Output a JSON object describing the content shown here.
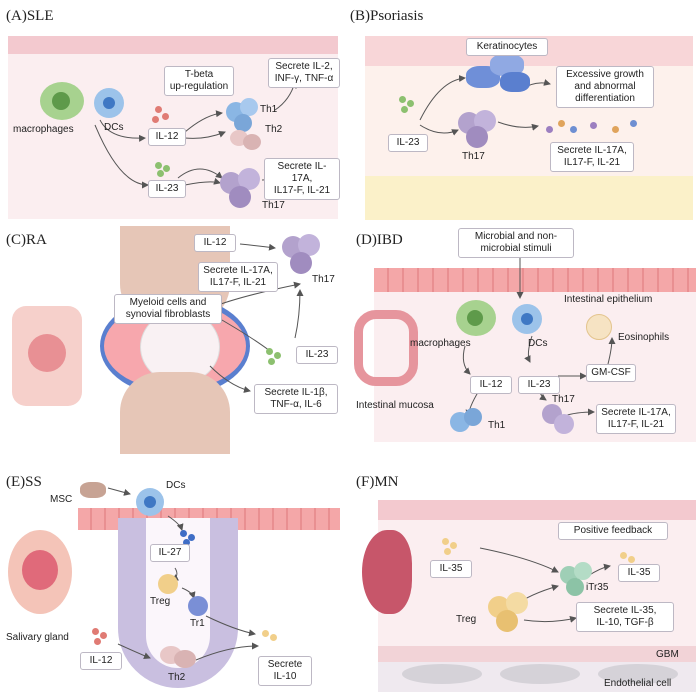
{
  "colors": {
    "pink_band": "#f3c9cf",
    "pink_bg": "#fbeef0",
    "panel_b_bg": "#fdf1ec",
    "yellow_fat": "#fbf1c9",
    "blue_epi": "#f4a7a8",
    "purple_cell": "#b3a2cd",
    "green_cell": "#9fc98a",
    "arrow": "#555555",
    "bone": "#e6c6b7",
    "gbm": "#f2d3d7"
  },
  "A": {
    "title": "(A)SLE",
    "macrophages": "macrophages",
    "dcs": "DCs",
    "il12": "IL-12",
    "il23": "IL-23",
    "tbeta": "T-beta\nup-regulation",
    "th1": "Th1",
    "th2": "Th2",
    "th17": "Th17",
    "secrete1": "Secrete IL-2,\nINF-γ, TNF-α",
    "secrete2": "Secrete IL-17A,\nIL17-F, IL-21"
  },
  "B": {
    "title": "(B)Psoriasis",
    "keratinocytes": "Keratinocytes",
    "growth": "Excessive growth\nand abnormal\ndifferentiation",
    "il23": "IL-23",
    "th17": "Th17",
    "secrete": "Secrete IL-17A,\nIL17-F, IL-21"
  },
  "C": {
    "title": "(C)RA",
    "il12": "IL-12",
    "il23": "IL-23",
    "th17": "Th17",
    "secrete1": "Secrete IL-17A,\nIL17-F, IL-21",
    "myeloid": "Myeloid cells and\nsynovial fibroblasts",
    "secrete2": "Secrete IL-1β,\nTNF-α, IL-6"
  },
  "D": {
    "title": "(D)IBD",
    "stimuli": "Microbial and non-\nmicrobial stimuli",
    "epithelium": "Intestinal epithelium",
    "macrophages": "macrophages",
    "dcs": "DCs",
    "eosinophils": "Eosinophils",
    "gmcsf": "GM-CSF",
    "il12": "IL-12",
    "il23": "IL-23",
    "th1": "Th1",
    "th17": "Th17",
    "mucosa": "Intestinal mucosa",
    "secrete": "Secrete IL-17A,\nIL17-F, IL-21"
  },
  "E": {
    "title": "(E)SS",
    "msc": "MSC",
    "dcs": "DCs",
    "il27": "IL-27",
    "treg": "Treg",
    "tr1": "Tr1",
    "salivary": "Salivary gland",
    "il12": "IL-12",
    "th2": "Th2",
    "secrete": "Secrete\nIL-10"
  },
  "F": {
    "title": "(F)MN",
    "positive": "Positive feedback",
    "il35a": "IL-35",
    "itr35": "iTr35",
    "il35b": "IL-35",
    "treg": "Treg",
    "secrete": "Secrete IL-35,\nIL-10,  TGF-β",
    "gbm": "GBM",
    "endothelial": "Endothelial cell"
  }
}
